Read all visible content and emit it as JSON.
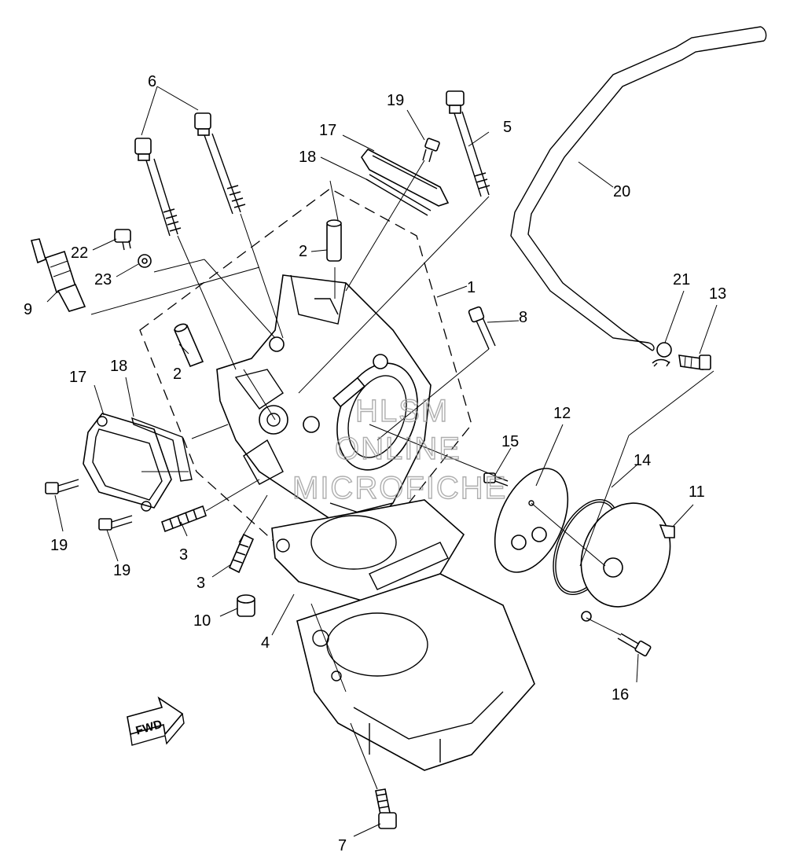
{
  "watermark": {
    "line1": "HLSM",
    "line2": "ONLINE",
    "line3": "MICROFICHE"
  },
  "direction_arrow": {
    "label": "FWD"
  },
  "callouts": [
    {
      "id": "c1",
      "text": "1"
    },
    {
      "id": "c2a",
      "text": "2"
    },
    {
      "id": "c2b",
      "text": "2"
    },
    {
      "id": "c3a",
      "text": "3"
    },
    {
      "id": "c3b",
      "text": "3"
    },
    {
      "id": "c4",
      "text": "4"
    },
    {
      "id": "c5",
      "text": "5"
    },
    {
      "id": "c6",
      "text": "6"
    },
    {
      "id": "c7",
      "text": "7"
    },
    {
      "id": "c8",
      "text": "8"
    },
    {
      "id": "c9",
      "text": "9"
    },
    {
      "id": "c10",
      "text": "10"
    },
    {
      "id": "c11",
      "text": "11"
    },
    {
      "id": "c12",
      "text": "12"
    },
    {
      "id": "c13",
      "text": "13"
    },
    {
      "id": "c14",
      "text": "14"
    },
    {
      "id": "c15",
      "text": "15"
    },
    {
      "id": "c16",
      "text": "16"
    },
    {
      "id": "c17a",
      "text": "17"
    },
    {
      "id": "c17b",
      "text": "17"
    },
    {
      "id": "c18a",
      "text": "18"
    },
    {
      "id": "c18b",
      "text": "18"
    },
    {
      "id": "c19a",
      "text": "19"
    },
    {
      "id": "c19b",
      "text": "19"
    },
    {
      "id": "c19c",
      "text": "19"
    },
    {
      "id": "c20",
      "text": "20"
    },
    {
      "id": "c21",
      "text": "21"
    },
    {
      "id": "c22",
      "text": "22"
    },
    {
      "id": "c23",
      "text": "23"
    }
  ]
}
